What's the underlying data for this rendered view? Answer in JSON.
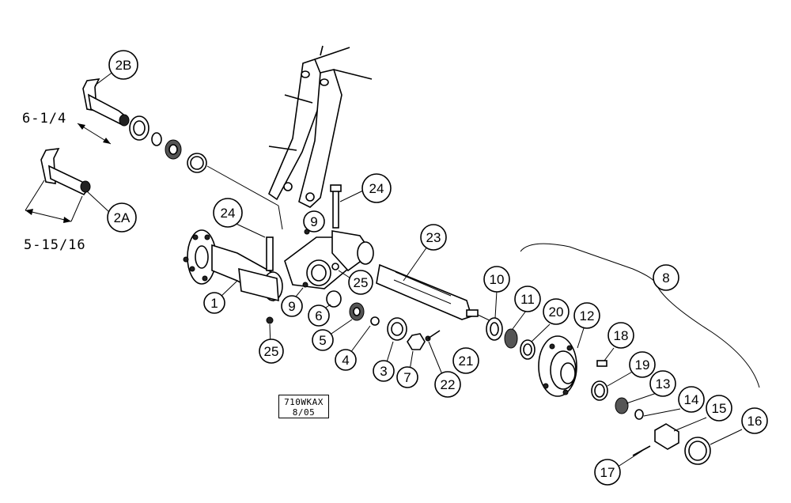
{
  "stamp": {
    "code": "710WKAX",
    "date": "8/05"
  },
  "dimensions": [
    "6-1/4",
    "5-15/16"
  ],
  "callouts": [
    "2B",
    "2A",
    "24",
    "24",
    "9",
    "9",
    "25",
    "25",
    "1",
    "6",
    "5",
    "4",
    "3",
    "7",
    "22",
    "21",
    "23",
    "10",
    "11",
    "20",
    "12",
    "18",
    "19",
    "13",
    "14",
    "15",
    "16",
    "17",
    "8"
  ]
}
